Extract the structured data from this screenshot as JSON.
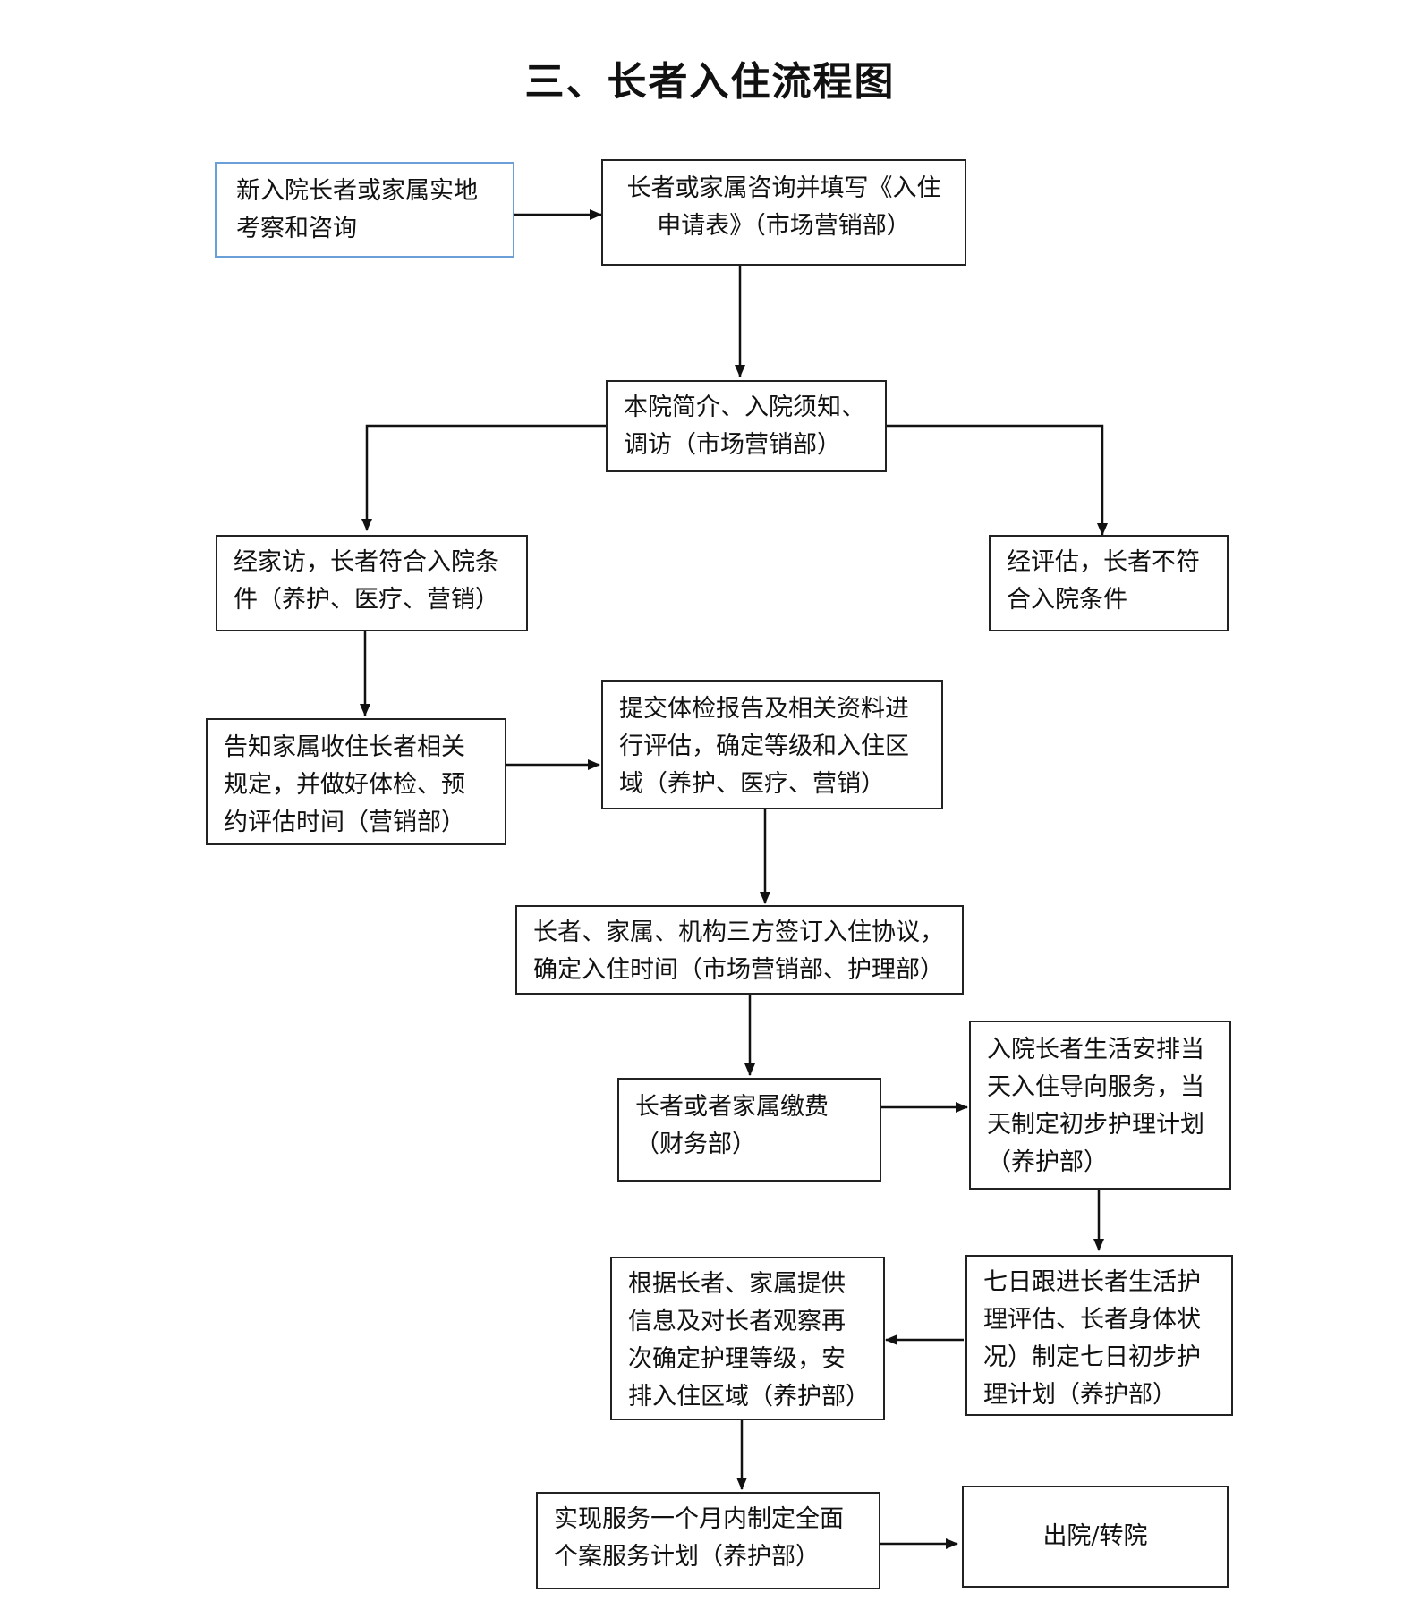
{
  "title": "三、长者入住流程图",
  "nodes": {
    "n1": "新入院长者或家属实地考察和咨询",
    "n2": "长者或家属咨询并填写《入住申请表》（市场营销部）",
    "n3": "本院简介、入院须知、调访（市场营销部）",
    "n4": "经家访，长者符合入院条件（养护、医疗、营销）",
    "n5": "经评估，长者不符合入院条件",
    "n6": "告知家属收住长者相关规定，并做好体检、预约评估时间（营销部）",
    "n7": "提交体检报告及相关资料进行评估，确定等级和入住区域（养护、医疗、营销）",
    "n8": "长者、家属、机构三方签订入住协议，确定入住时间（市场营销部、护理部）",
    "n9": "长者或者家属缴费（财务部）",
    "n10": "入院长者生活安排当天入住导向服务，当天制定初步护理计划（养护部）",
    "n11": "七日跟进长者生活护理评估、长者身体状况）制定七日初步护理计划（养护部）",
    "n12": "根据长者、家属提供信息及对长者观察再次确定护理等级，安排入住区域（养护部）",
    "n13": "实现服务一个月内制定全面个案服务计划（养护部）",
    "n14": "出院/转院"
  },
  "edges": [
    [
      "n1",
      "n2"
    ],
    [
      "n2",
      "n3"
    ],
    [
      "n3",
      "n4"
    ],
    [
      "n3",
      "n5"
    ],
    [
      "n4",
      "n6"
    ],
    [
      "n6",
      "n7"
    ],
    [
      "n7",
      "n8"
    ],
    [
      "n8",
      "n9"
    ],
    [
      "n9",
      "n10"
    ],
    [
      "n10",
      "n11"
    ],
    [
      "n11",
      "n12"
    ],
    [
      "n12",
      "n13"
    ],
    [
      "n13",
      "n14"
    ]
  ]
}
